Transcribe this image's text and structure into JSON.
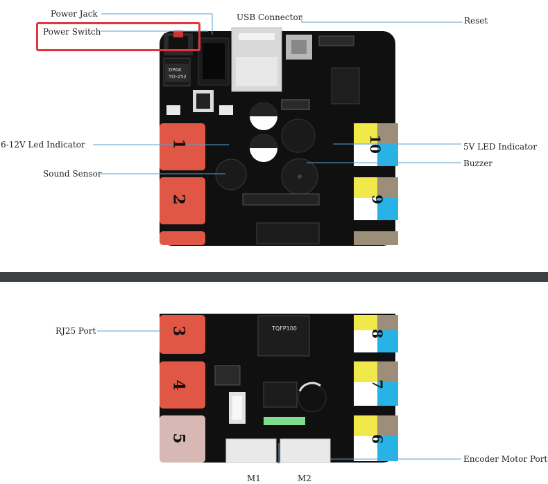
{
  "labels": {
    "power_jack": "Power Jack",
    "power_switch": "Power Switch",
    "usb_connector": "USB Connector",
    "reset": "Reset",
    "led_indicator_12v": "6-12V Led Indicator",
    "sound_sensor": "Sound Sensor",
    "led_indicator_5v": "5V LED Indicator",
    "buzzer": "Buzzer",
    "rj25_port": "RJ25 Port",
    "encoder_motor_port": "Encoder Motor Port",
    "m1": "M1",
    "m2": "M2"
  },
  "ports": {
    "p1": "1",
    "p2": "2",
    "p3": "3",
    "p4": "4",
    "p5": "5",
    "p6": "6",
    "p7": "7",
    "p8": "8",
    "p9": "9",
    "p10": "10"
  },
  "chips": {
    "regulator": "DPAK TO-252",
    "tqfp": "TQFP100"
  },
  "colors": {
    "highlight": "#e1373c",
    "leader_line": "#5a9fd6",
    "port_red": "#e15745",
    "port_yellow": "#f1e84a",
    "port_blue": "#27b3e6",
    "board": "#101010"
  }
}
